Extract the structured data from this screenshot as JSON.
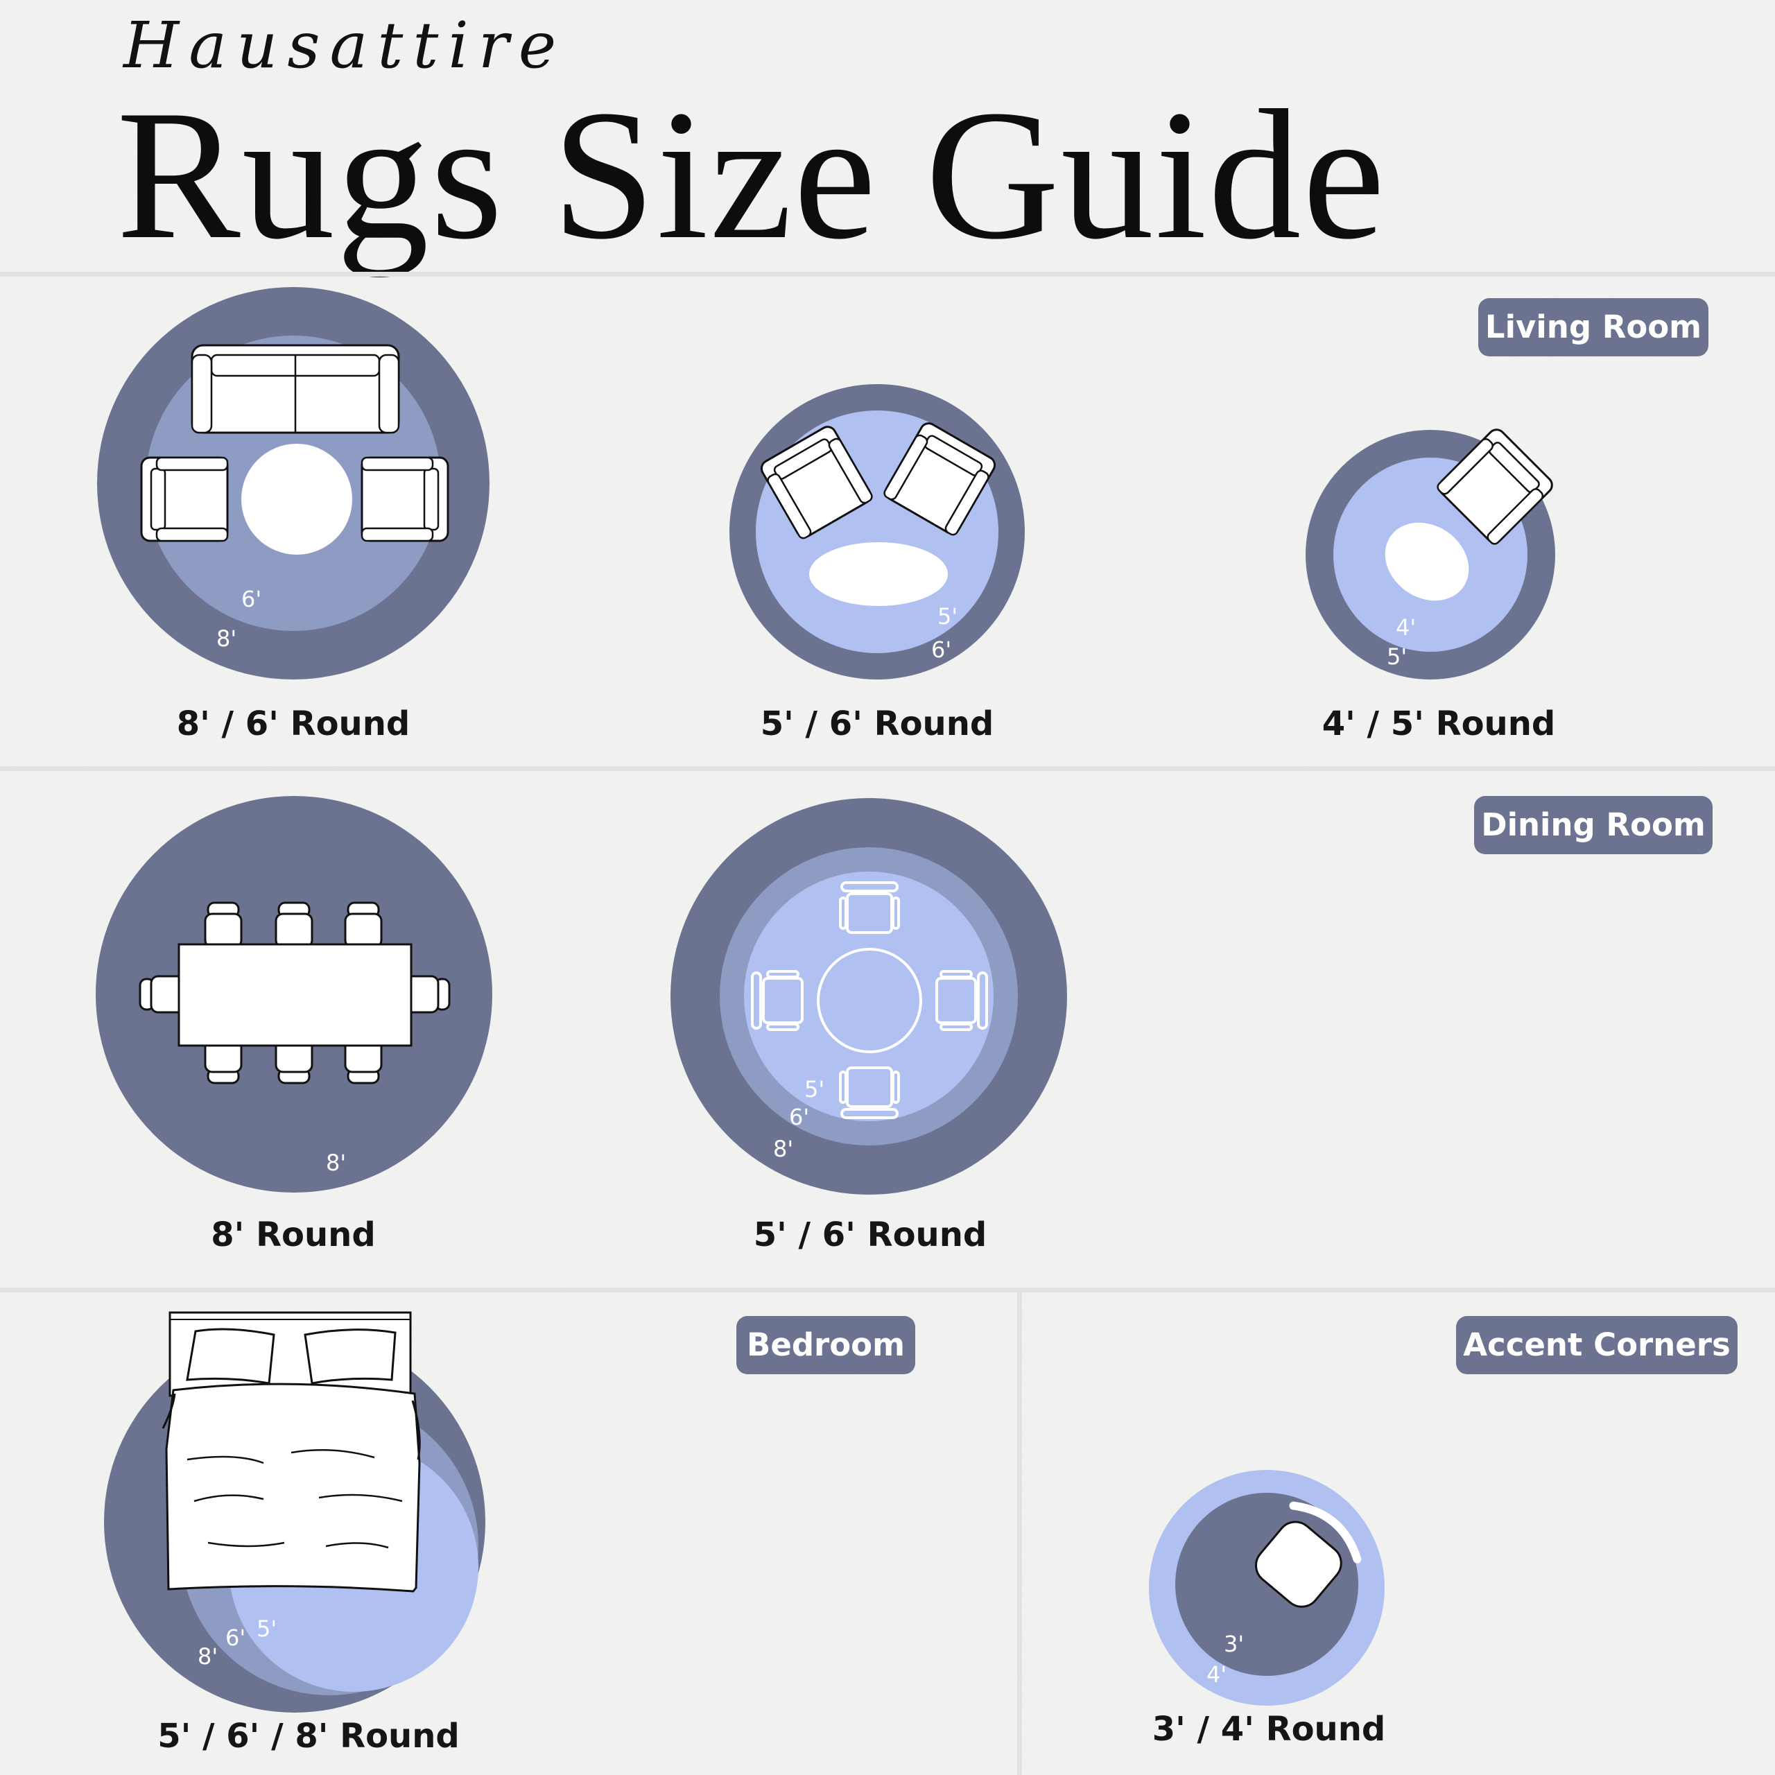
{
  "brand": "Hausattire",
  "title": "Rugs Size Guide",
  "sections": {
    "living_room": "Living Room",
    "dining_room": "Dining Room",
    "bedroom": "Bedroom",
    "accent_corners": "Accent Corners"
  },
  "colors": {
    "outer_rug": "#6b7390",
    "middle_rug": "#8e9bc2",
    "inner_rug": "#b0c0f0",
    "tag_bg": "#6b7390",
    "background": "#f4f4f3"
  },
  "diagrams": [
    {
      "room": "Living Room",
      "caption": "8' / 6' Round",
      "labels": [
        "6'",
        "8'"
      ]
    },
    {
      "room": "Living Room",
      "caption": "5' / 6' Round",
      "labels": [
        "5'",
        "6'"
      ]
    },
    {
      "room": "Living Room",
      "caption": "4' / 5' Round",
      "labels": [
        "4'",
        "5'"
      ]
    },
    {
      "room": "Dining Room",
      "caption": "8' Round",
      "labels": [
        "8'"
      ]
    },
    {
      "room": "Dining Room",
      "caption": "5' / 6' Round",
      "labels": [
        "5'",
        "6'",
        "8'"
      ]
    },
    {
      "room": "Bedroom",
      "caption": "5' / 6' / 8' Round",
      "labels": [
        "8'",
        "6'",
        "5'"
      ]
    },
    {
      "room": "Accent Corners",
      "caption": "3' / 4' Round",
      "labels": [
        "3'",
        "4'"
      ]
    }
  ]
}
